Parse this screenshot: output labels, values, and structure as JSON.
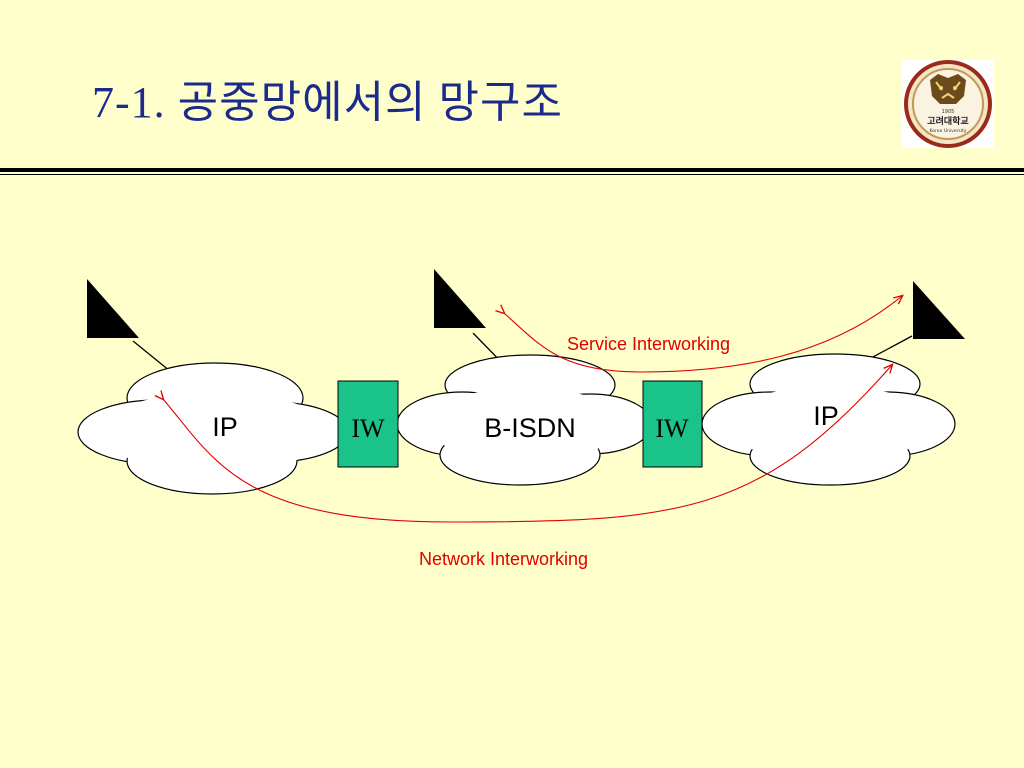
{
  "slide": {
    "title": "7-1. 공중망에서의 망구조"
  },
  "logo": {
    "icon": "tiger-emblem-icon",
    "text_year": "1905",
    "text_korean": "고려대학교",
    "text_english": "Korea University"
  },
  "diagram": {
    "clouds": [
      {
        "label": "IP"
      },
      {
        "label": "B-ISDN"
      },
      {
        "label": "IP"
      }
    ],
    "interworking_units": [
      {
        "label": "IW"
      },
      {
        "label": "IW"
      }
    ],
    "arrows": {
      "service": "Service Interworking",
      "network": "Network Interworking"
    },
    "colors": {
      "background": "#ffffcc",
      "title": "#1c2a8c",
      "iw_box": "#19c38a",
      "arrow": "#e00000",
      "cloud_fill": "#ffffff"
    }
  }
}
